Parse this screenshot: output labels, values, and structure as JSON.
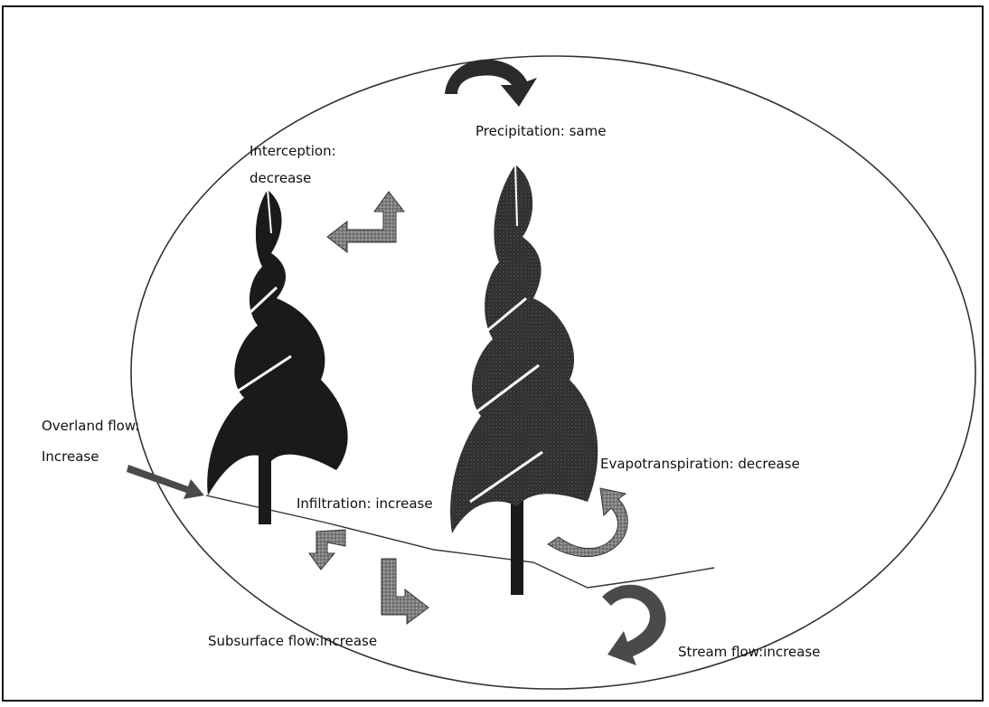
{
  "labels": {
    "precipitation": "Precipitation: same",
    "interception_line1": "Interception:",
    "interception_line2": "decrease",
    "overland_line1": "Overland flow:",
    "overland_line2": "Increase",
    "evapotranspiration": "Evapotranspiration: decrease",
    "infiltration": "Infiltration: increase",
    "subsurface": "Subsurface flow:increase",
    "streamflow": "Stream flow:increase"
  },
  "colors": {
    "tree_left": "#1a1a1a",
    "tree_right": "#333333",
    "arrow_gray": "#8a8a8a",
    "arrow_dark": "#3a3a3a"
  }
}
